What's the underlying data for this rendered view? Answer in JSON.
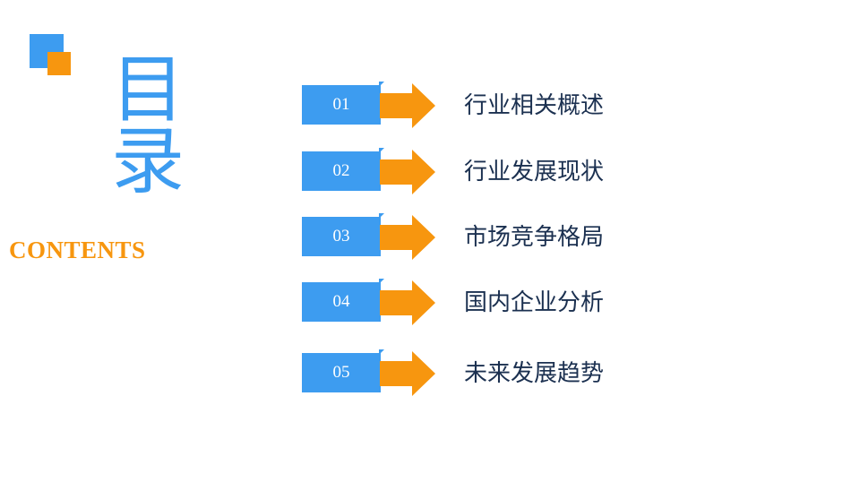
{
  "theme": {
    "blue": "#3d9cf0",
    "orange": "#f7960f",
    "text_dark": "#1b3050"
  },
  "title": {
    "char1": "目",
    "char2": "录"
  },
  "subtitle": "CONTENTS",
  "items": [
    {
      "number": "01",
      "label": "行业相关概述"
    },
    {
      "number": "02",
      "label": "行业发展现状"
    },
    {
      "number": "03",
      "label": "市场竞争格局"
    },
    {
      "number": "04",
      "label": "国内企业分析"
    },
    {
      "number": "05",
      "label": "未来发展趋势"
    }
  ]
}
